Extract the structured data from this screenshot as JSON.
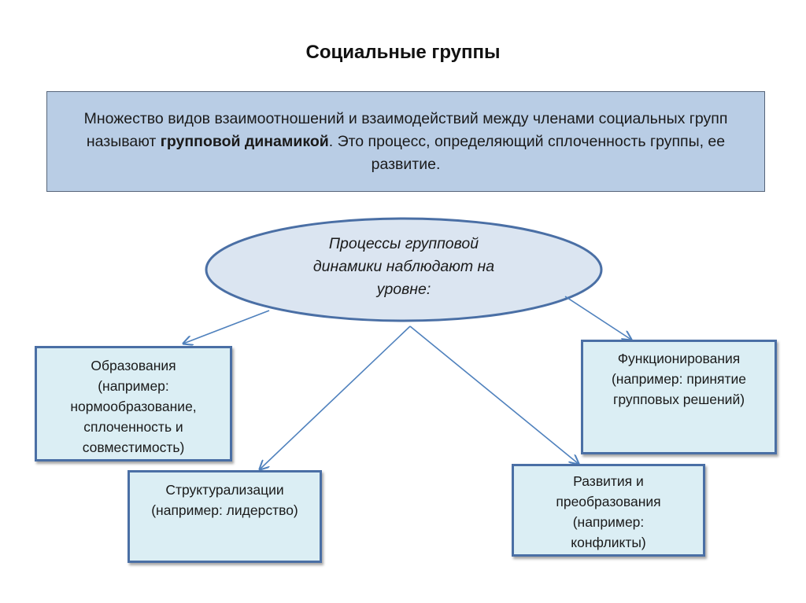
{
  "title": "Социальные группы",
  "definition": {
    "before": "Множество видов взаимоотношений и взаимодействий между членами социальных групп называют ",
    "bold": "групповой динамикой",
    "after": ". Это процесс, определяющий сплоченность группы, ее развитие."
  },
  "center": {
    "text": "Процессы групповой\nдинамики наблюдают на\nуровне:"
  },
  "levels": {
    "formation": "Образования\n(например:\nнормообразование,\nсплоченность и\nсовместимость)",
    "structuring": "Структурализации\n(например: лидерство)",
    "functioning": "Функционирования\n(например: принятие\nгрупповых решений)",
    "development": "Развития и\nпреобразования\n(например:\nконфликты)"
  },
  "colors": {
    "definition_fill": "#b9cde5",
    "ellipse_fill": "#dbe5f1",
    "node_fill": "#dbeef4",
    "border": "#4a6fa5"
  }
}
